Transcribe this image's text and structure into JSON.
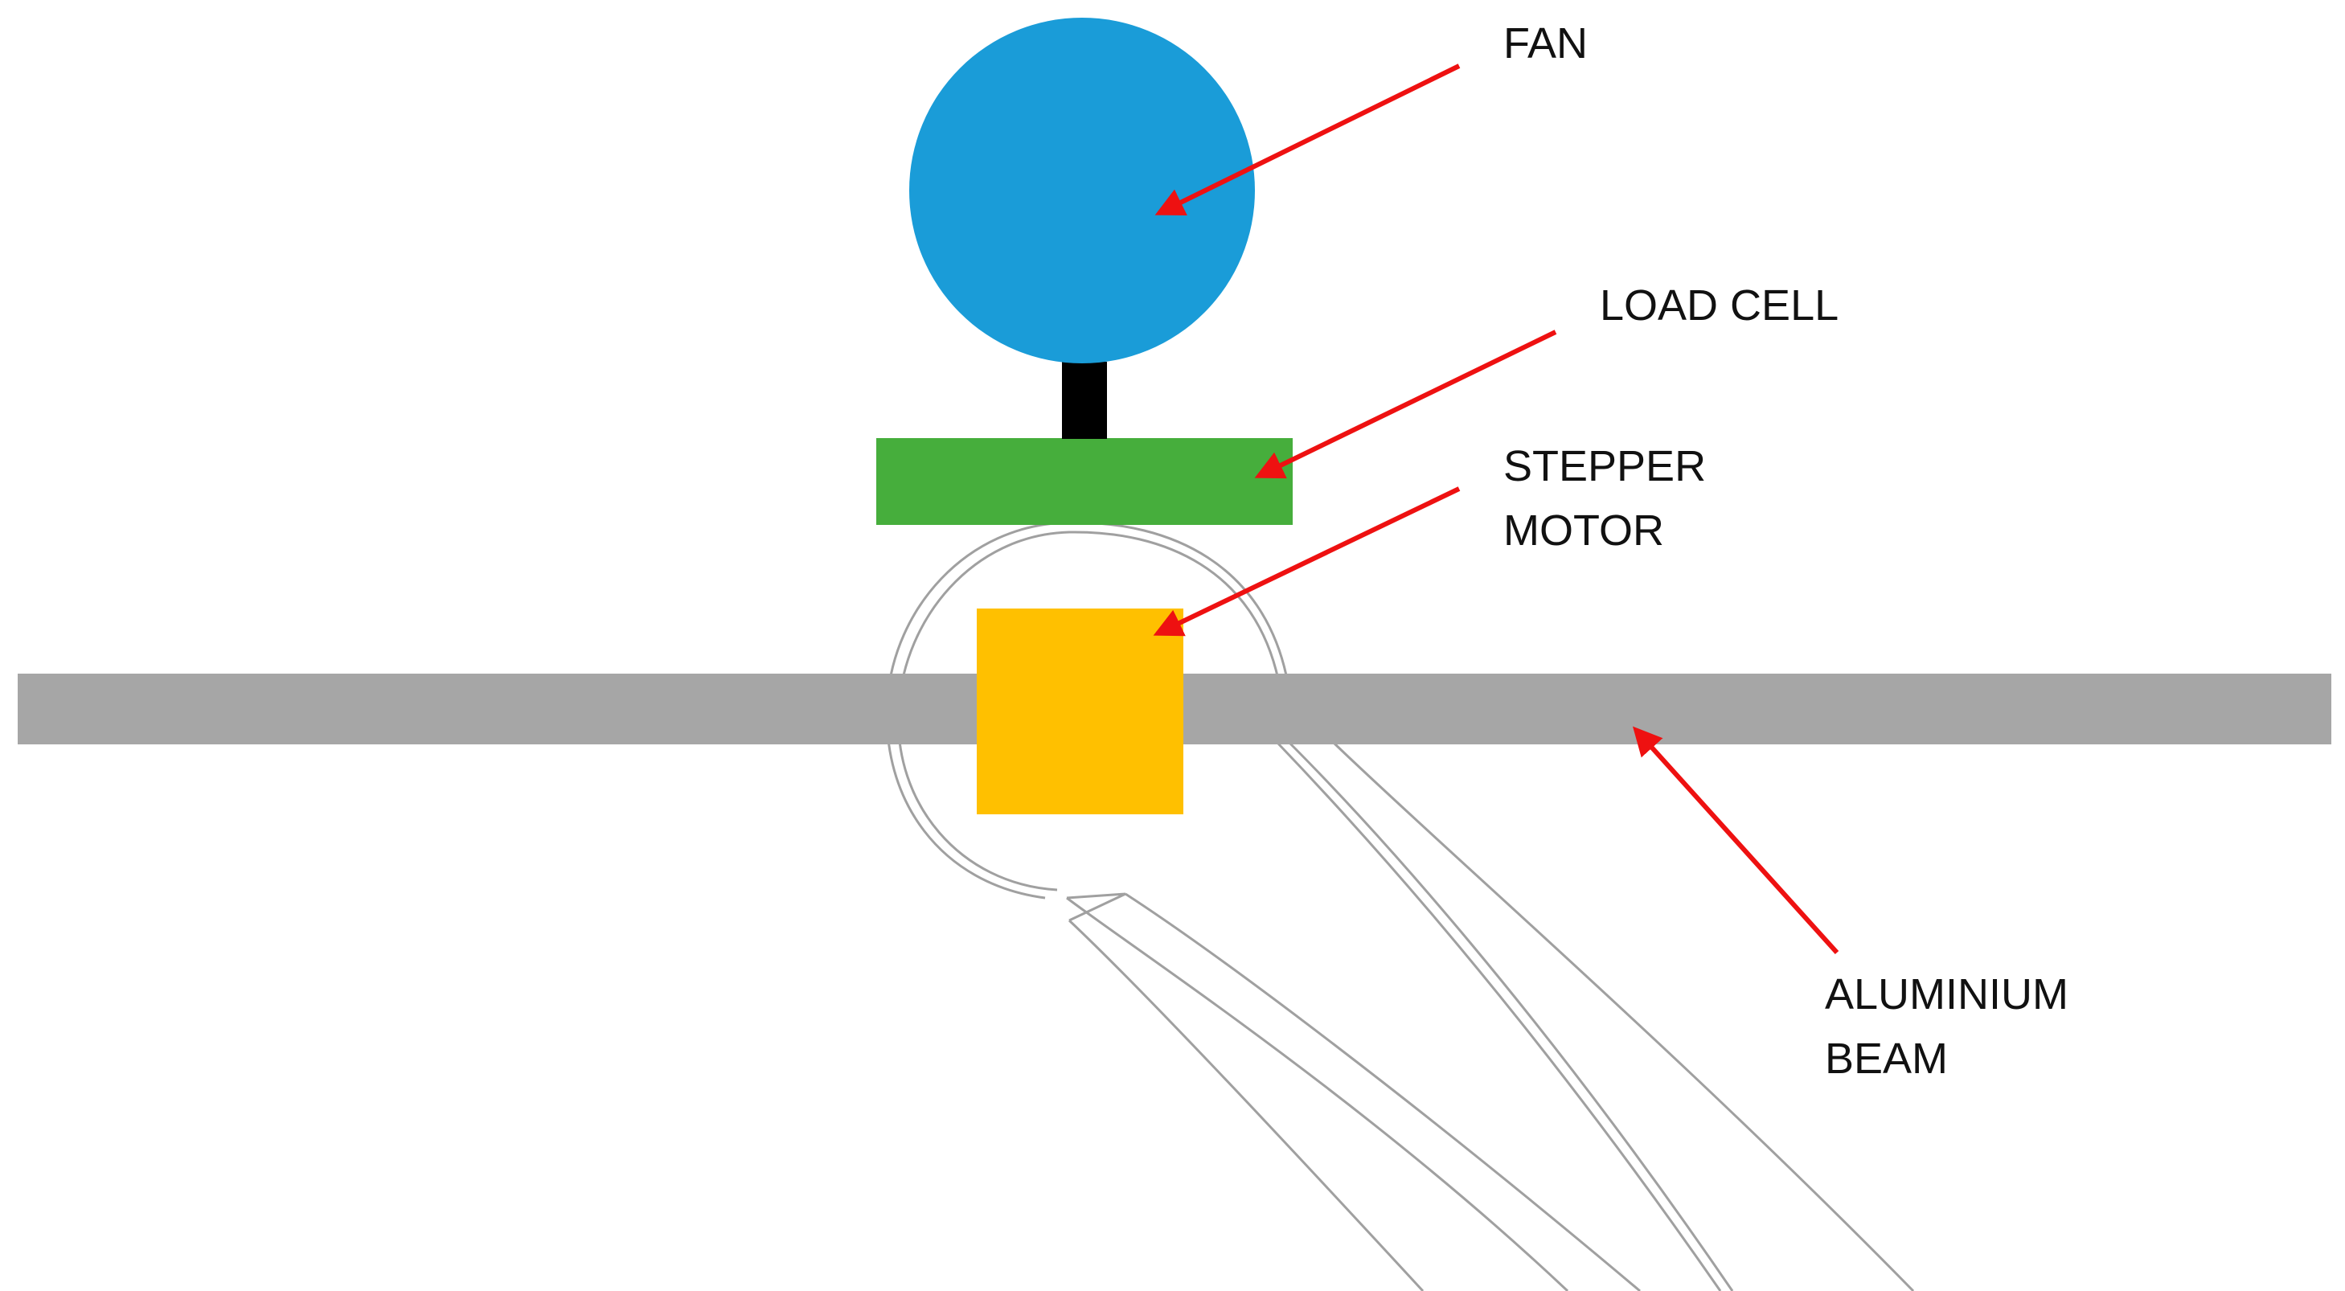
{
  "labels": {
    "fan": "FAN",
    "load_cell": "LOAD CELL",
    "stepper_motor": [
      "STEPPER",
      "MOTOR"
    ],
    "aluminium_beam": [
      "ALUMINIUM",
      "BEAM"
    ]
  },
  "colors": {
    "fan": "#1a9cd8",
    "fan_stem": "#000000",
    "load_cell": "#46ae3c",
    "stepper_motor": "#ffc000",
    "aluminium_beam": "#a6a6a6",
    "housing_outline": "#a0a0a0",
    "arrow": "#ee1111",
    "text": "#111111"
  }
}
